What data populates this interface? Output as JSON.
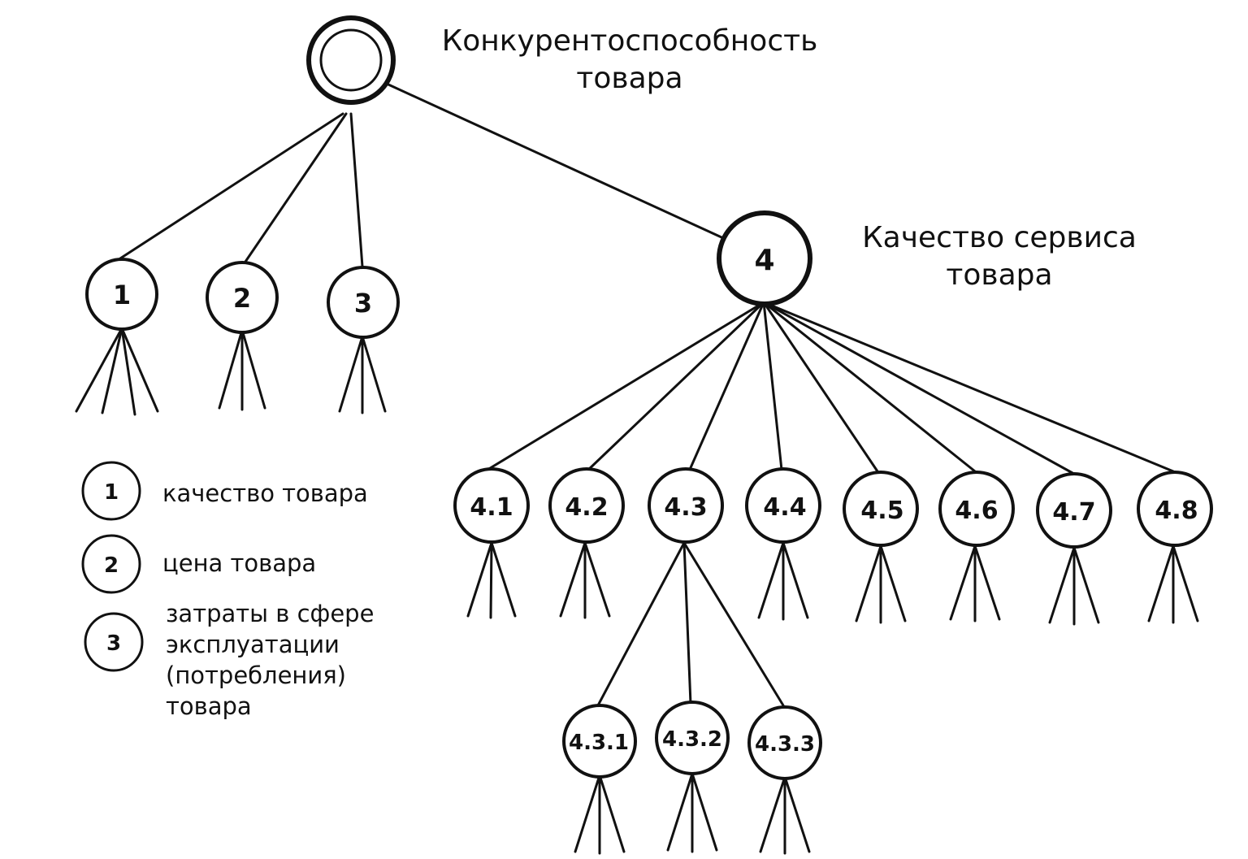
{
  "root": {
    "title_line1": "Конкурентоспособность",
    "title_line2": "товара"
  },
  "service": {
    "title_line1": "Качество сервиса",
    "title_line2": "товара"
  },
  "nodes": {
    "n1": "1",
    "n2": "2",
    "n3": "3",
    "n4": "4",
    "n41": "4.1",
    "n42": "4.2",
    "n43": "4.3",
    "n44": "4.4",
    "n45": "4.5",
    "n46": "4.6",
    "n47": "4.7",
    "n48": "4.8",
    "n431": "4.3.1",
    "n432": "4.3.2",
    "n433": "4.3.3"
  },
  "legend": [
    {
      "key": "1",
      "text": "качество товара"
    },
    {
      "key": "2",
      "text": "цена товара"
    },
    {
      "key": "3",
      "text_lines": [
        "затраты в сфере",
        "эксплуатации",
        "(потребления)",
        "товара"
      ]
    }
  ]
}
